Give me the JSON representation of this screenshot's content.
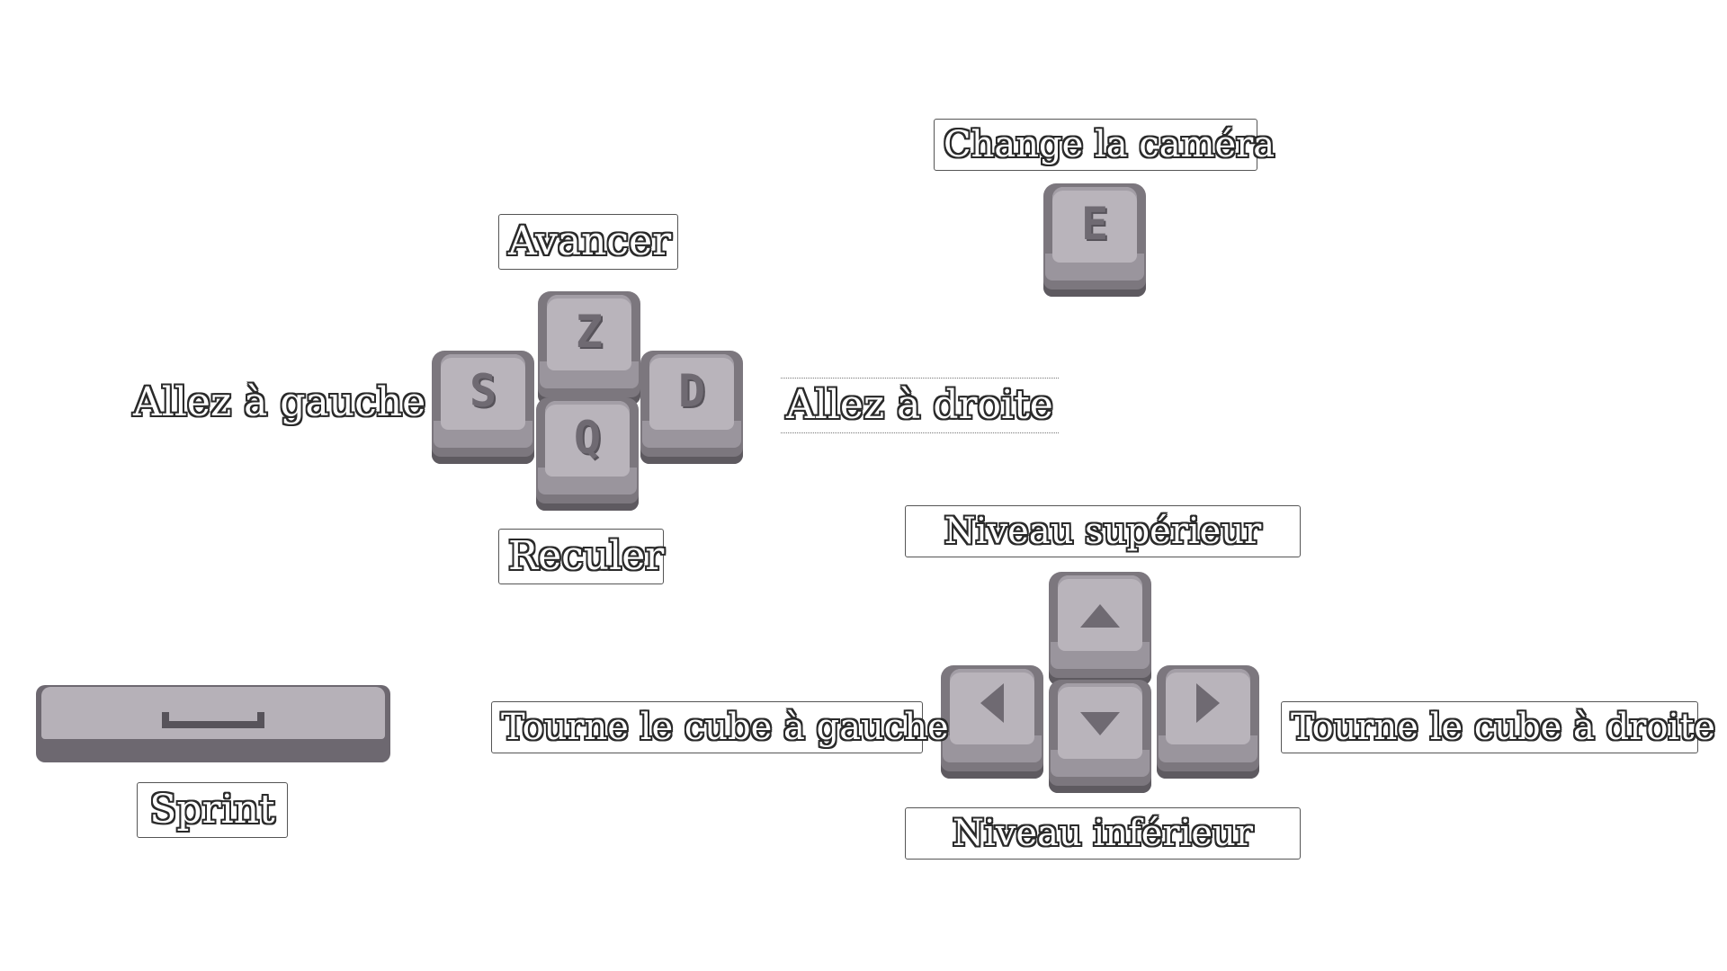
{
  "labels": {
    "camera": "Change la caméra",
    "forward": "Avancer",
    "left": "Allez à gauche",
    "right": "Allez à droite",
    "back": "Reculer",
    "level_up": "Niveau supérieur",
    "rotate_left": "Tourne le cube à gauche",
    "rotate_right": "Tourne le cube à droite",
    "level_down": "Niveau inférieur",
    "sprint": "Sprint"
  },
  "keys": {
    "camera": "E",
    "forward": "Z",
    "left": "S",
    "back": "Q",
    "right": "D",
    "up": "arrow-up-icon",
    "down": "arrow-down-icon",
    "arrow_left": "arrow-left-icon",
    "arrow_right": "arrow-right-icon",
    "sprint": "space-bar-icon"
  },
  "colors": {
    "keycap_top": "#b9b4bb",
    "keycap_base": "#7c777e",
    "glyph": "#6f6a72",
    "label_outline": "#2a2a2a",
    "label_fill": "#ffffff"
  }
}
